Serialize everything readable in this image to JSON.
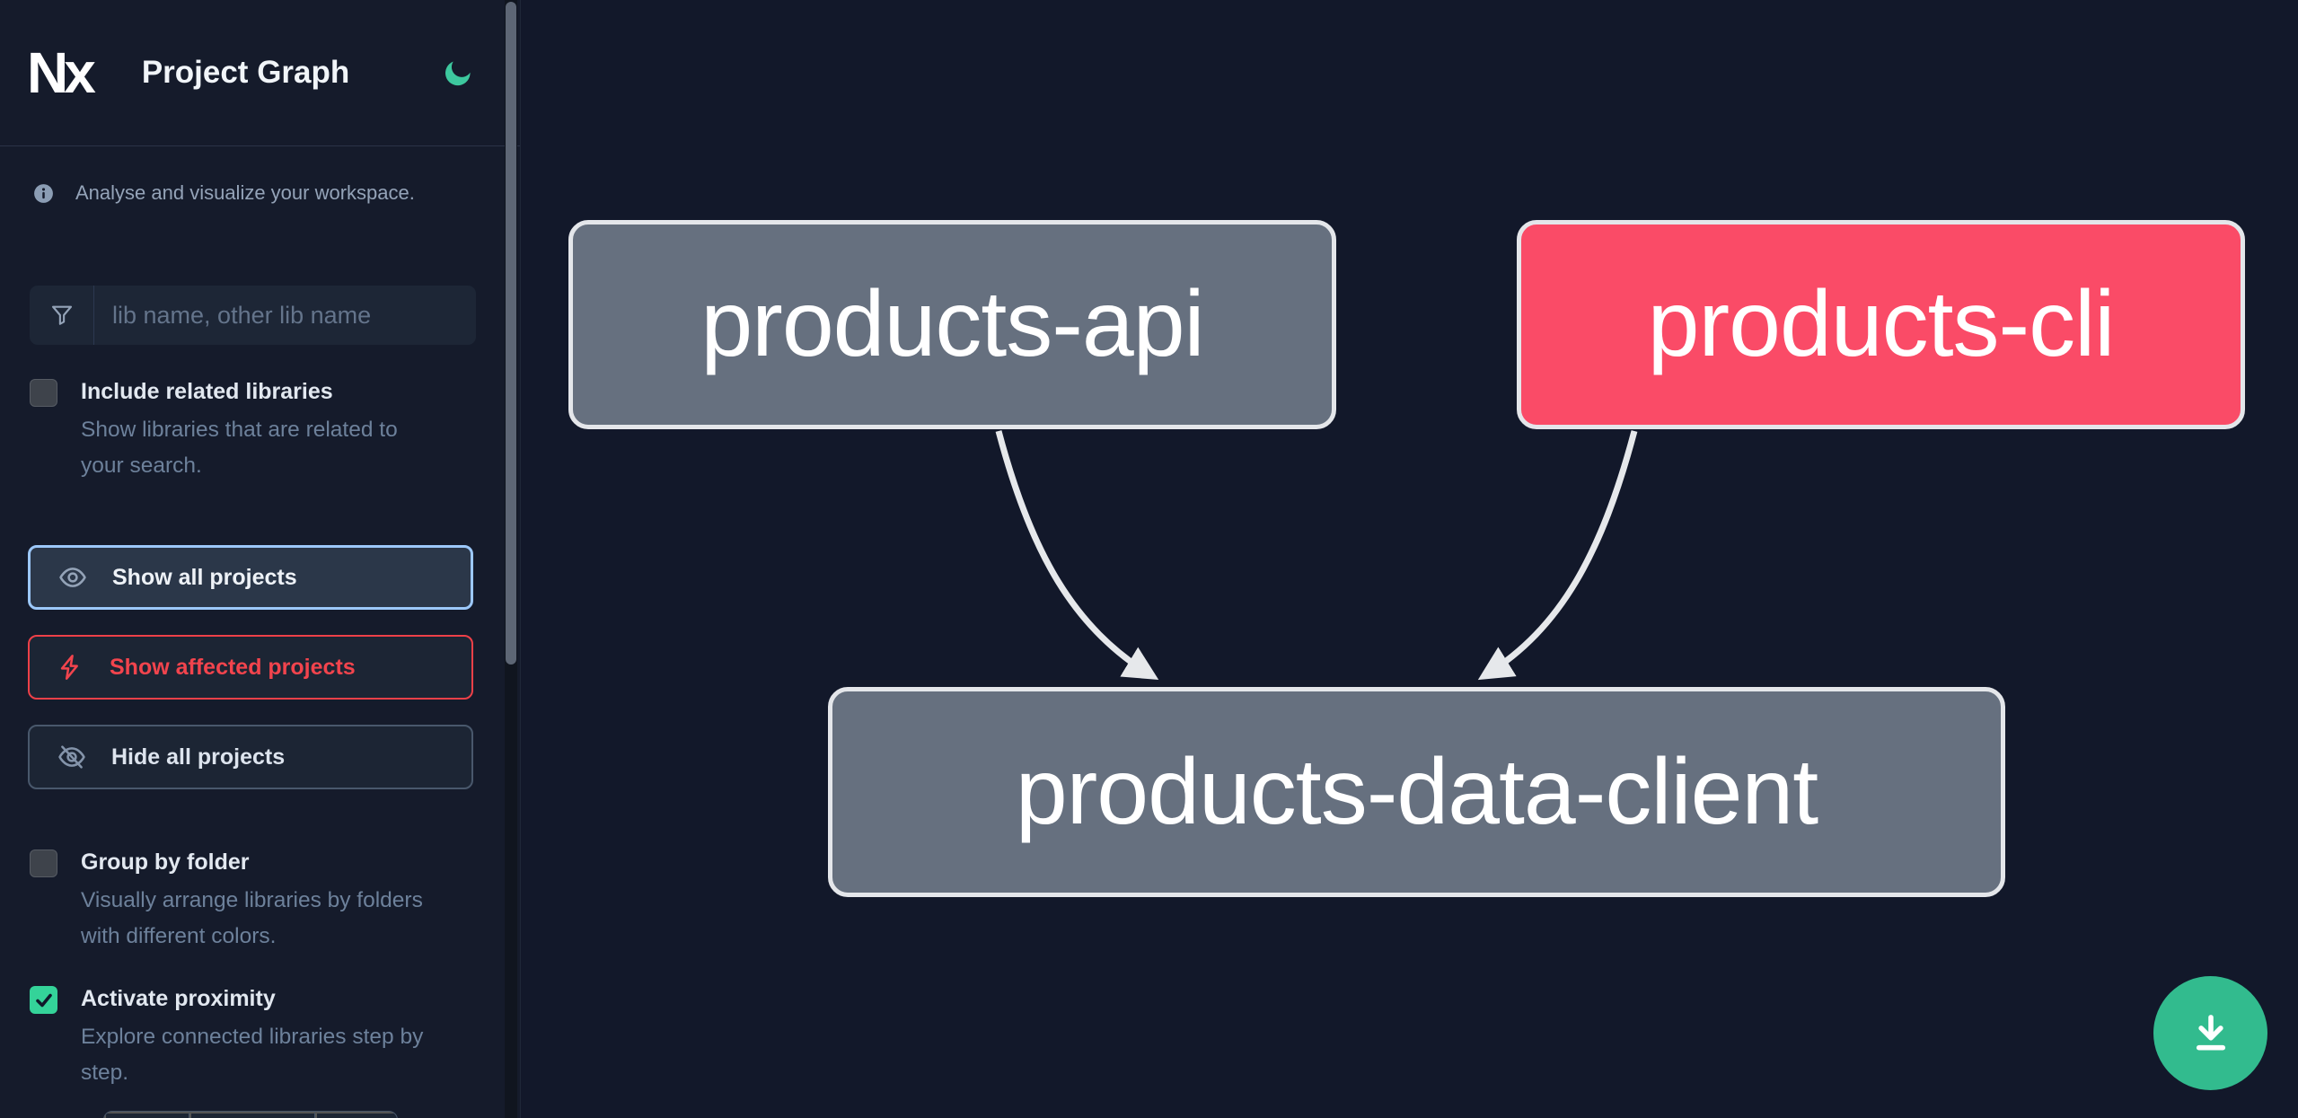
{
  "header": {
    "logo": "Nx",
    "title": "Project Graph",
    "theme_icon": "moon-icon"
  },
  "sidebar": {
    "subtitle": "Analyse and visualize your workspace.",
    "search": {
      "placeholder": "lib name, other lib name"
    },
    "options": [
      {
        "label": "Include related libraries",
        "description": "Show libraries that are related to your search.",
        "checked": false
      },
      {
        "label": "Group by folder",
        "description": "Visually arrange libraries by folders with different colors.",
        "checked": false
      },
      {
        "label": "Activate proximity",
        "description": "Explore connected libraries step by step.",
        "checked": true
      }
    ],
    "buttons": [
      {
        "label": "Show all projects",
        "icon": "eye-icon",
        "variant": "focused-blue"
      },
      {
        "label": "Show affected projects",
        "icon": "bolt-icon",
        "variant": "affected-red"
      },
      {
        "label": "Hide all projects",
        "icon": "eye-off-icon",
        "variant": "default-gray"
      }
    ]
  },
  "graph": {
    "nodes": [
      {
        "id": "products-api",
        "label": "products-api",
        "state": "normal"
      },
      {
        "id": "products-cli",
        "label": "products-cli",
        "state": "affected"
      },
      {
        "id": "products-data-client",
        "label": "products-data-client",
        "state": "normal"
      }
    ],
    "edges": [
      {
        "source": "products-api",
        "target": "products-data-client"
      },
      {
        "source": "products-cli",
        "target": "products-data-client"
      }
    ]
  },
  "fab": {
    "icon": "download-icon"
  },
  "colors": {
    "sidebar_bg": "#151b2b",
    "canvas_bg": "#12182a",
    "node_gray": "#66707f",
    "node_affected_pink": "#fa4b67",
    "node_border": "#e4e6ea",
    "edge": "#e6e8eb",
    "accent_green": "#34d399",
    "fab_green": "#32bb8e",
    "focus_blue": "#9cc8fa",
    "affected_red": "#f2444d",
    "text_muted": "#94a3b8"
  }
}
